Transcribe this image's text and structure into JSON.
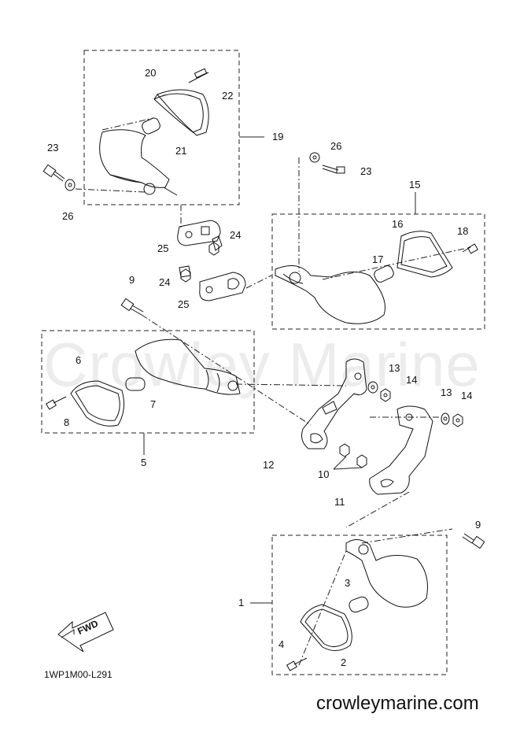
{
  "watermark": "Crowley Marine",
  "diagram_code": "1WP1M00-L291",
  "website": "crowleymarine.com",
  "fwd_label": "FWD",
  "callouts": [
    "1",
    "2",
    "3",
    "4",
    "5",
    "6",
    "7",
    "8",
    "9",
    "9",
    "10",
    "11",
    "12",
    "13",
    "13",
    "14",
    "14",
    "15",
    "16",
    "17",
    "18",
    "19",
    "20",
    "21",
    "22",
    "23",
    "23",
    "24",
    "24",
    "25",
    "25",
    "26",
    "26"
  ]
}
